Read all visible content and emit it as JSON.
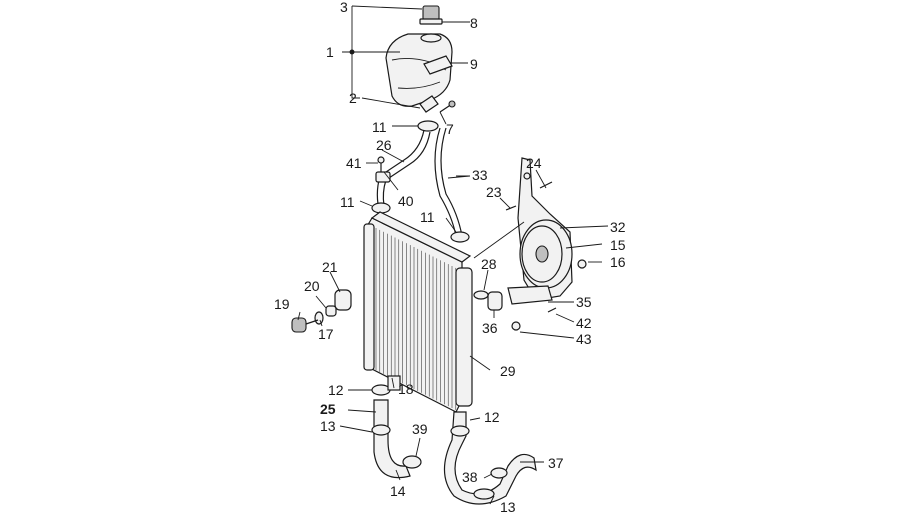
{
  "callouts": [
    {
      "id": "c1",
      "text": "1",
      "bold": false
    },
    {
      "id": "c2",
      "text": "2",
      "bold": false
    },
    {
      "id": "c3",
      "text": "3",
      "bold": false
    },
    {
      "id": "c7",
      "text": "7",
      "bold": false
    },
    {
      "id": "c8",
      "text": "8",
      "bold": false
    },
    {
      "id": "c9",
      "text": "9",
      "bold": false
    },
    {
      "id": "c11a",
      "text": "11",
      "bold": false
    },
    {
      "id": "c11b",
      "text": "11",
      "bold": false
    },
    {
      "id": "c11c",
      "text": "11",
      "bold": false
    },
    {
      "id": "c12a",
      "text": "12",
      "bold": false
    },
    {
      "id": "c12b",
      "text": "12",
      "bold": false
    },
    {
      "id": "c13a",
      "text": "13",
      "bold": false
    },
    {
      "id": "c13b",
      "text": "13",
      "bold": false
    },
    {
      "id": "c14",
      "text": "14",
      "bold": false
    },
    {
      "id": "c15",
      "text": "15",
      "bold": false
    },
    {
      "id": "c16",
      "text": "16",
      "bold": false
    },
    {
      "id": "c17",
      "text": "17",
      "bold": false
    },
    {
      "id": "c18",
      "text": "18",
      "bold": false
    },
    {
      "id": "c19",
      "text": "19",
      "bold": false
    },
    {
      "id": "c20",
      "text": "20",
      "bold": false
    },
    {
      "id": "c21",
      "text": "21",
      "bold": false
    },
    {
      "id": "c23",
      "text": "23",
      "bold": false
    },
    {
      "id": "c24",
      "text": "24",
      "bold": false
    },
    {
      "id": "c25",
      "text": "25",
      "bold": true
    },
    {
      "id": "c26",
      "text": "26",
      "bold": false
    },
    {
      "id": "c28",
      "text": "28",
      "bold": false
    },
    {
      "id": "c29",
      "text": "29",
      "bold": false
    },
    {
      "id": "c32",
      "text": "32",
      "bold": false
    },
    {
      "id": "c33",
      "text": "33",
      "bold": false
    },
    {
      "id": "c35",
      "text": "35",
      "bold": false
    },
    {
      "id": "c36",
      "text": "36",
      "bold": false
    },
    {
      "id": "c37",
      "text": "37",
      "bold": false
    },
    {
      "id": "c38",
      "text": "38",
      "bold": false
    },
    {
      "id": "c39",
      "text": "39",
      "bold": false
    },
    {
      "id": "c40",
      "text": "40",
      "bold": false
    },
    {
      "id": "c41",
      "text": "41",
      "bold": false
    },
    {
      "id": "c42",
      "text": "42",
      "bold": false
    },
    {
      "id": "c43",
      "text": "43",
      "bold": false
    }
  ]
}
